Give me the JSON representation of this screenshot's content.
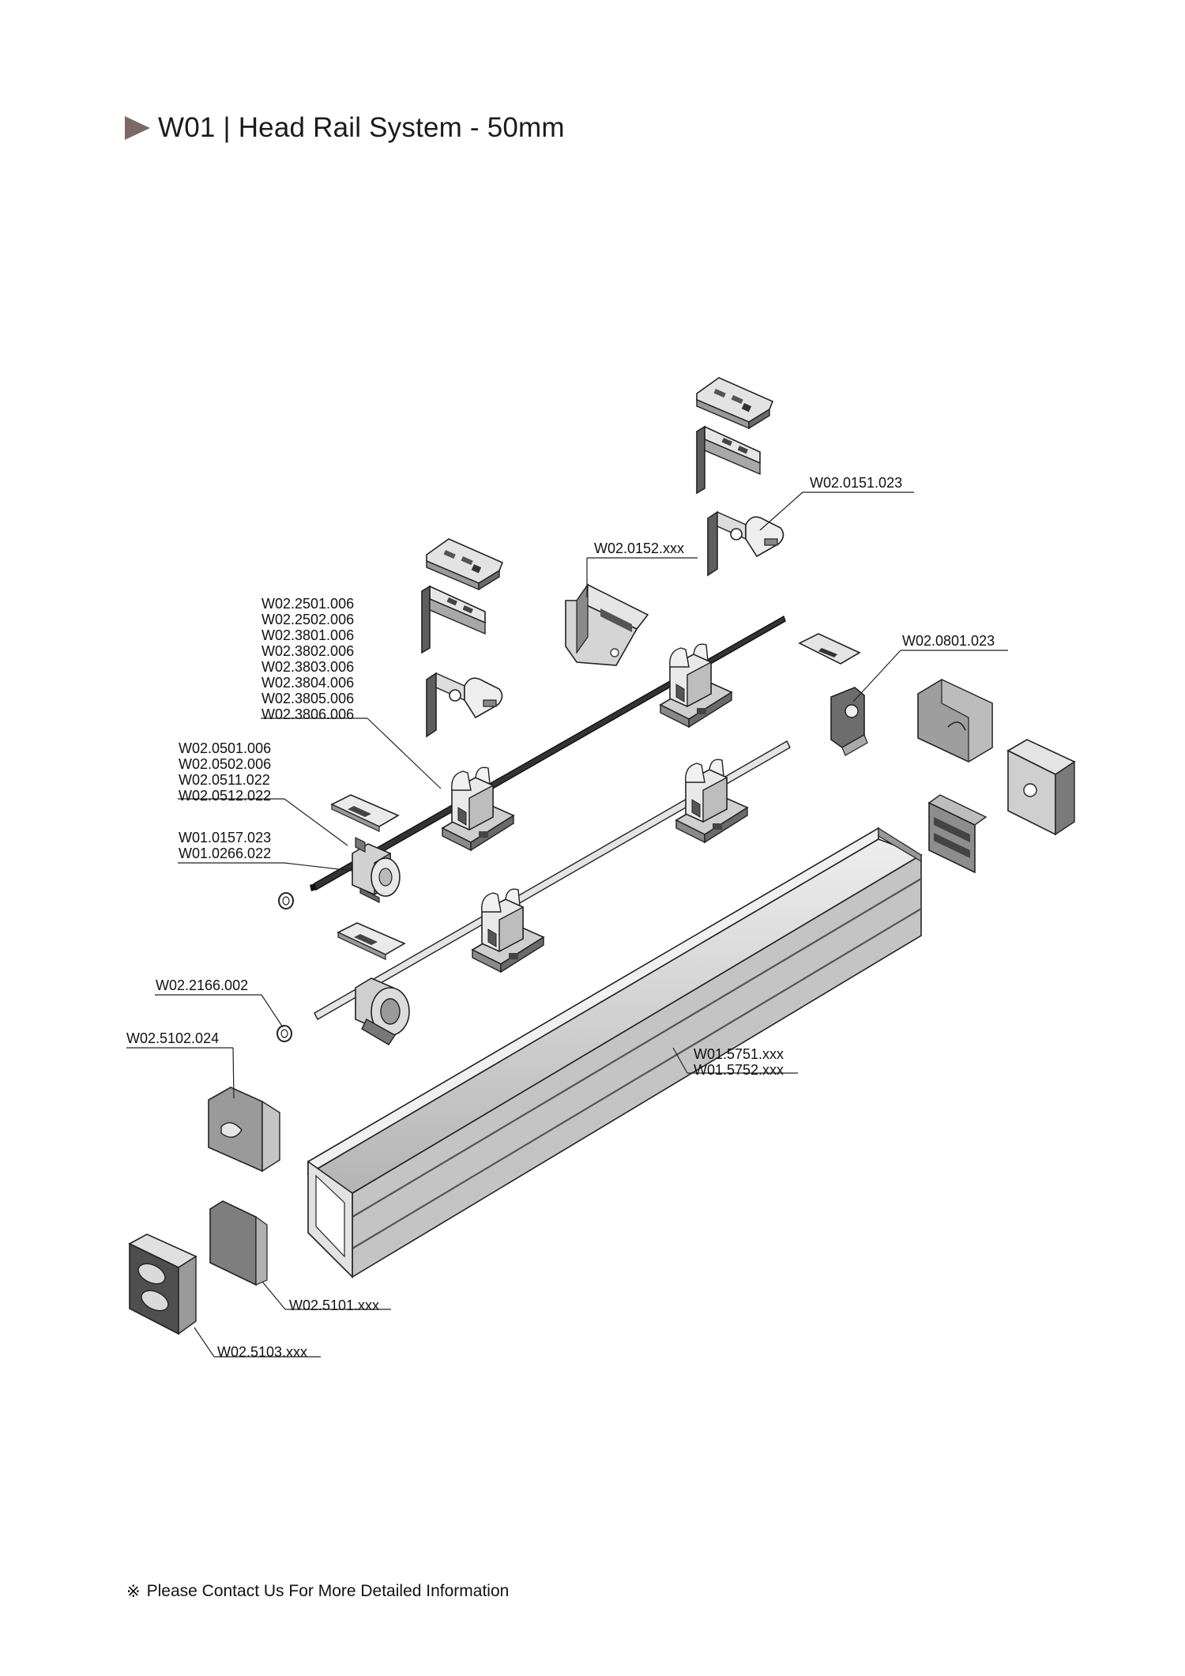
{
  "page": {
    "title": "W01 | Head Rail System - 50mm",
    "footer_mark": "※",
    "footer_note": "Please Contact Us For More Detailed Information"
  },
  "colors": {
    "title_arrow": "#7b6a63",
    "part_fill": "#c8c8c8",
    "part_dark": "#7a7a7a",
    "line": "#222222"
  },
  "labels": {
    "l1": [
      "W02.0151.023"
    ],
    "l2": [
      "W02.0152.xxx"
    ],
    "l3": [
      "W02.0801.023"
    ],
    "l4": [
      "W02.2501.006",
      "W02.2502.006",
      "W02.3801.006",
      "W02.3802.006",
      "W02.3803.006",
      "W02.3804.006",
      "W02.3805.006",
      "W02.3806.006"
    ],
    "l5": [
      "W02.0501.006",
      "W02.0502.006",
      "W02.0511.022",
      "W02.0512.022"
    ],
    "l6": [
      "W01.0157.023",
      "W01.0266.022"
    ],
    "l7": [
      "W02.2166.002"
    ],
    "l8": [
      "W02.5102.024"
    ],
    "l9": [
      "W01.5751.xxx",
      "W01.5752.xxx"
    ],
    "l10": [
      "W02.5101.xxx"
    ],
    "l11": [
      "W02.5103.xxx"
    ]
  }
}
